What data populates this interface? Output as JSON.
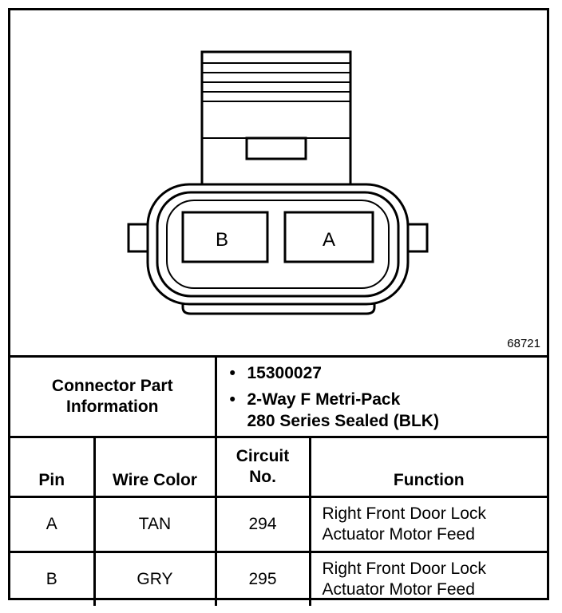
{
  "diagram": {
    "pin_labels": {
      "left": "B",
      "right": "A"
    },
    "figure_number": "68721"
  },
  "connector_info": {
    "label_line1": "Connector Part",
    "label_line2": "Information",
    "part_number": "15300027",
    "description_line1": "2-Way F Metri-Pack",
    "description_line2": "280 Series Sealed (BLK)",
    "bullet": "•"
  },
  "table": {
    "headers": {
      "pin": "Pin",
      "wire_color": "Wire Color",
      "circuit_line1": "Circuit",
      "circuit_line2": "No.",
      "function": "Function"
    },
    "rows": [
      {
        "pin": "A",
        "wire_color": "TAN",
        "circuit": "294",
        "function_line1": "Right Front Door Lock",
        "function_line2": "Actuator Motor Feed"
      },
      {
        "pin": "B",
        "wire_color": "GRY",
        "circuit": "295",
        "function_line1": "Right Front Door Lock",
        "function_line2": "Actuator Motor Feed"
      }
    ]
  }
}
